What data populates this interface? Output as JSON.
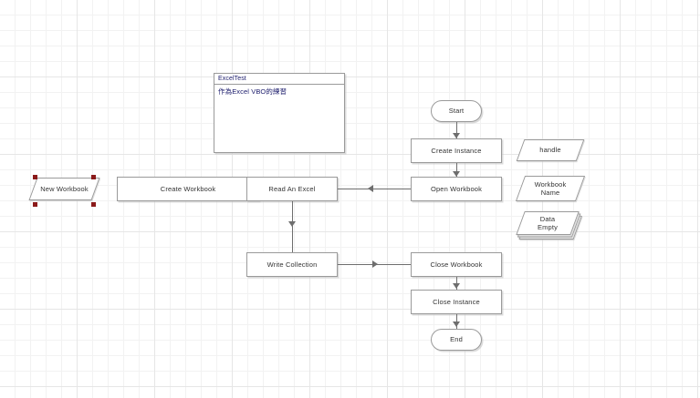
{
  "canvas": {
    "grid_color": "#f2f2f2",
    "grid_major_color": "#e6e6e6",
    "background": "#ffffff",
    "shape_border": "#9a9a9a",
    "connector_color": "#6e6e6e",
    "selection_handle_color": "#8b1a1a",
    "note_text_color": "#1b1b6b"
  },
  "note": {
    "title": "ExcelTest",
    "body": "作為Excel VBO的練習"
  },
  "shapes": {
    "new_workbook": "New Workbook",
    "create_workbook": "Create Workbook",
    "read_an_excel": "Read An Excel",
    "write_collection": "Write Collection",
    "start": "Start",
    "create_instance": "Create Instance",
    "open_workbook": "Open Workbook",
    "close_workbook": "Close Workbook",
    "close_instance": "Close Instance",
    "end": "End",
    "handle": "handle",
    "workbook_name": "Workbook\nName",
    "data_empty": "Data\nEmpty"
  },
  "selection": {
    "selected_shape": "New Workbook",
    "handle_count": 4
  }
}
